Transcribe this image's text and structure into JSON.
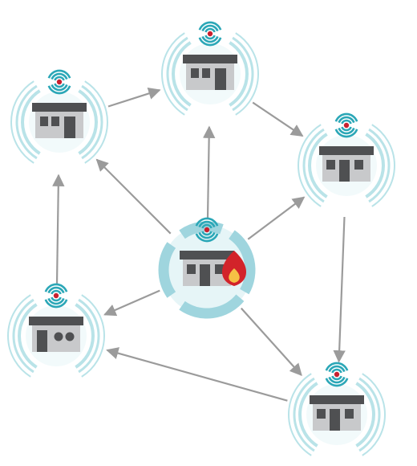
{
  "diagram": {
    "colors": {
      "ring": "#b9e3e8",
      "ring_center": "#9fd5de",
      "signal": "#2ba7b7",
      "signal_dot": "#c8202f",
      "roof": "#4f5052",
      "wall": "#c8c9cb",
      "detail": "#4f5052",
      "arrow": "#9b9b9b",
      "flame_outer": "#d2232a",
      "flame_inner": "#f6c045"
    },
    "nodes": [
      {
        "id": "house-top-left",
        "role": "neighbor",
        "variant": "door-right",
        "fire": false
      },
      {
        "id": "house-top-center",
        "role": "neighbor",
        "variant": "door-right",
        "fire": false
      },
      {
        "id": "house-right-upper",
        "role": "neighbor",
        "variant": "door-mid",
        "fire": false
      },
      {
        "id": "house-center",
        "role": "alarm-origin",
        "variant": "door-mid",
        "fire": true
      },
      {
        "id": "house-left-lower",
        "role": "neighbor",
        "variant": "round-windows",
        "fire": false
      },
      {
        "id": "house-bottom-right",
        "role": "neighbor",
        "variant": "door-mid",
        "fire": false
      }
    ],
    "edges": [
      {
        "from": "house-top-left",
        "to": "house-top-center"
      },
      {
        "from": "house-top-center",
        "to": "house-right-upper"
      },
      {
        "from": "house-center",
        "to": "house-top-left"
      },
      {
        "from": "house-center",
        "to": "house-top-center"
      },
      {
        "from": "house-center",
        "to": "house-right-upper"
      },
      {
        "from": "house-center",
        "to": "house-left-lower"
      },
      {
        "from": "house-center",
        "to": "house-bottom-right"
      },
      {
        "from": "house-right-upper",
        "to": "house-bottom-right"
      },
      {
        "from": "house-bottom-right",
        "to": "house-left-lower"
      },
      {
        "from": "house-left-lower",
        "to": "house-top-left"
      }
    ]
  }
}
